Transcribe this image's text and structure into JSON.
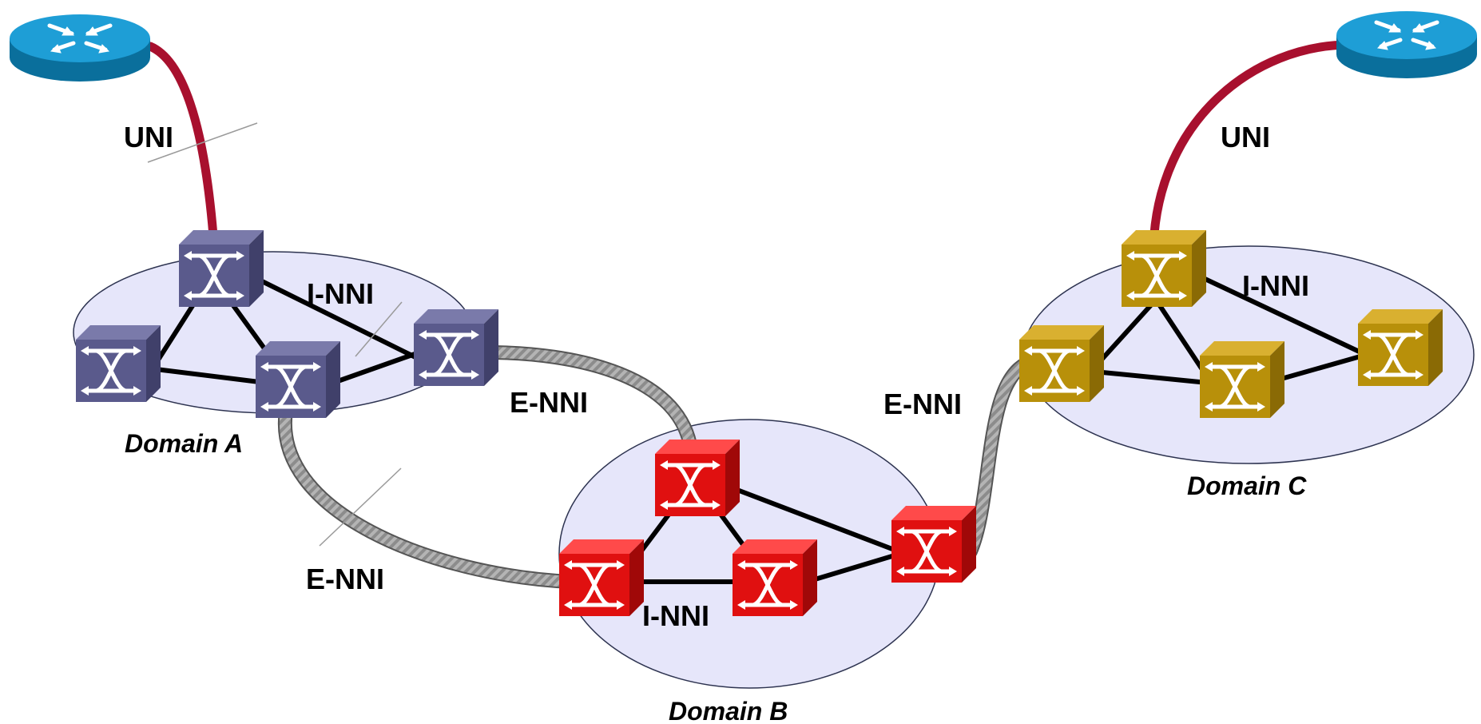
{
  "colors": {
    "domain_fill": "#e6e6fa",
    "domain_stroke": "#2d3350",
    "uni_link": "#a8102e",
    "inni_link": "#000000",
    "enni_link": "#8c8c8c",
    "router_top": "#1e9ed6",
    "router_side": "#0a6f9c",
    "switch_domain_a": "#5a5a8c",
    "switch_domain_b": "#e01010",
    "switch_domain_c": "#b8900a"
  },
  "icons": {
    "router": "router-icon",
    "switch": "optical-switch-icon"
  },
  "labels": {
    "uni_left": "UNI",
    "uni_right": "UNI",
    "inni_a": "I-NNI",
    "inni_b": "I-NNI",
    "inni_c": "I-NNI",
    "enni_ab_top": "E-NNI",
    "enni_ab_bottom": "E-NNI",
    "enni_bc": "E-NNI"
  },
  "domains": {
    "a": {
      "name": "Domain A"
    },
    "b": {
      "name": "Domain B"
    },
    "c": {
      "name": "Domain C"
    }
  }
}
